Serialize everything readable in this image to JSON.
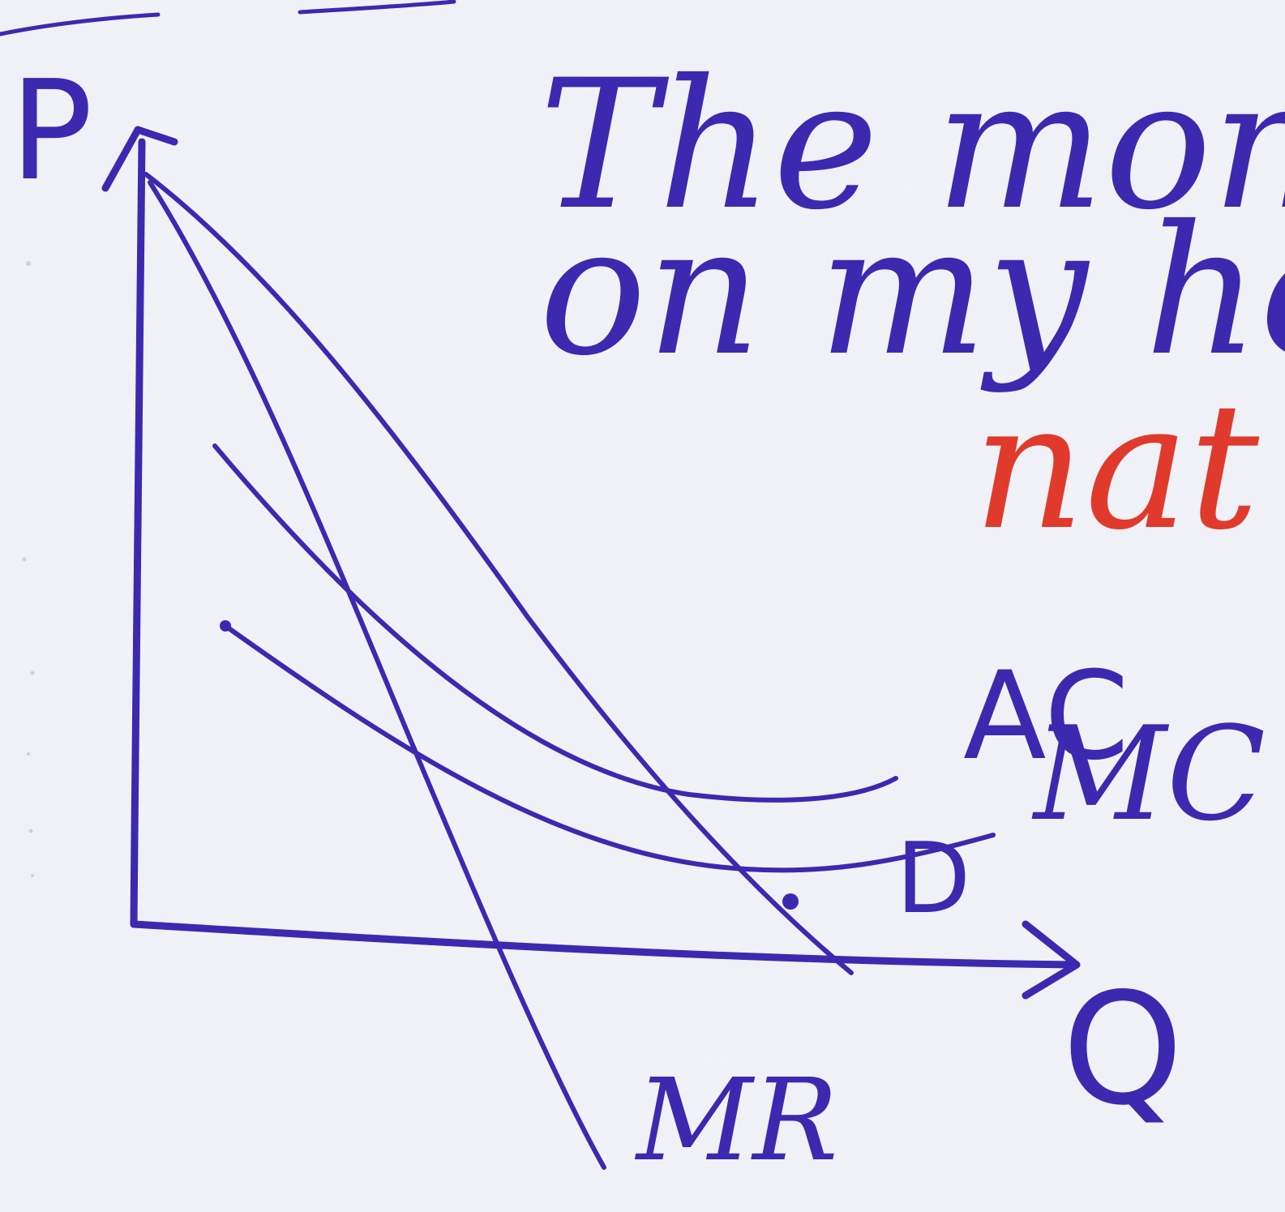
{
  "colors": {
    "paper": "#eef0f6",
    "ink": "#3d28b0",
    "red_ink": "#e03a2c"
  },
  "text": {
    "line1": "The monop",
    "line2": "on my hea",
    "line3": "nat"
  },
  "axes": {
    "y_label": "P",
    "x_label": "Q"
  },
  "curves": {
    "ac_label": "AC",
    "mc_label": "MC",
    "d_label": "D",
    "mr_label": "MR"
  }
}
